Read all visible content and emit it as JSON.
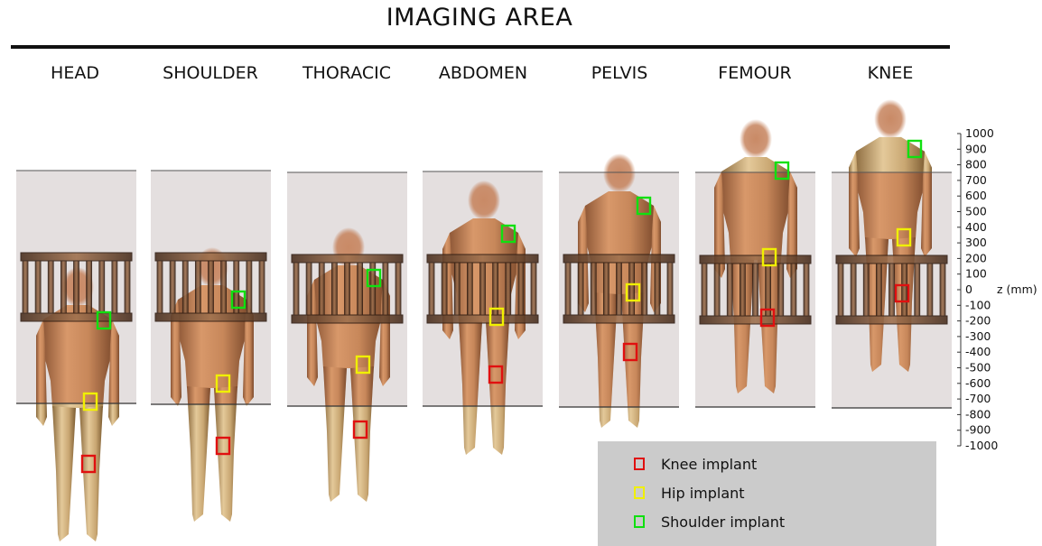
{
  "title": "IMAGING AREA",
  "columns": [
    {
      "label": "HEAD"
    },
    {
      "label": "SHOULDER"
    },
    {
      "label": "THORACIC"
    },
    {
      "label": "ABDOMEN"
    },
    {
      "label": "PELVIS"
    },
    {
      "label": "FEMOUR"
    },
    {
      "label": "KNEE"
    }
  ],
  "axis": {
    "label": "z (mm)",
    "ticks": [
      "1000",
      "900",
      "800",
      "700",
      "600",
      "500",
      "400",
      "300",
      "200",
      "100",
      "0",
      "-100",
      "-200",
      "-300",
      "-400",
      "-500",
      "-600",
      "-700",
      "-800",
      "-900",
      "-1000"
    ]
  },
  "legend": [
    {
      "label": "Knee implant",
      "color": "#e01010"
    },
    {
      "label": "Hip implant",
      "color": "#f0f000"
    },
    {
      "label": "Shoulder implant",
      "color": "#10e010"
    }
  ],
  "colors": {
    "imaging_area": "#d9d2d2",
    "coil": "#6b4a33",
    "skin": "#c98a5c",
    "legend_bg": "#cbcbcb"
  }
}
